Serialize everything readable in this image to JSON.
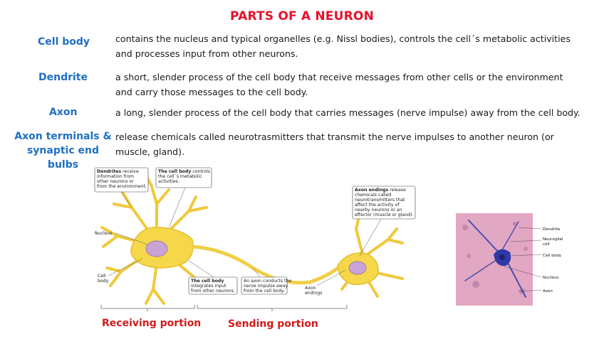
{
  "title": "PARTS OF A NEURON",
  "definitions": [
    {
      "term_lines": [
        "Cell body"
      ],
      "desc_lines": [
        "contains the nucleus and typical organelles (e.g. Nissl bodies), controls the cell´s metabolic activities",
        "and processes input from other neurons."
      ]
    },
    {
      "term_lines": [
        "Dendrite"
      ],
      "desc_lines": [
        "a short, slender process of the cell body that receive messages from other cells or the environment",
        "and carry those messages to the cell body."
      ]
    },
    {
      "term_lines": [
        "Axon"
      ],
      "desc_lines": [
        "a long, slender process of the cell body that carries messages (nerve impulse) away from the cell body."
      ]
    },
    {
      "term_lines": [
        "Axon terminals &",
        "synaptic end bulbs"
      ],
      "desc_lines": [
        "release chemicals called neurotrasmitters that transmit the nerve impulses to another neuron (or",
        "muscle, gland)."
      ]
    }
  ],
  "diagram": {
    "dendrites_box": {
      "bold": "Dendrites",
      "lines": [
        " receive",
        "information from",
        "other neurons or",
        "from the environment."
      ]
    },
    "cellbody_box": {
      "bold": "The cell body",
      "lines": [
        " controls",
        "the cell´s metabolic",
        "activities."
      ]
    },
    "axon_endings_box": {
      "bold": "Axon endings",
      "lines": [
        " release",
        "chemicals called",
        "neurotransmitters that",
        "affect the activity of",
        "nearby neurons or an",
        "effector (muscle or gland)."
      ]
    },
    "integrates_box": {
      "bold": "The cell body",
      "lines": [
        "integrates input",
        "from other neurons."
      ]
    },
    "axon_box": {
      "bold": "",
      "lines": [
        "An axon conducts the",
        "nerve impulse away",
        "from the cell body."
      ]
    },
    "nucleus_label": "Nucleus",
    "cell_body_label_lines": [
      "Cell",
      "body"
    ],
    "axon_endings_label_lines": [
      "Axon",
      "endings"
    ],
    "receiving_portion": "Receiving portion",
    "sending_portion": "Sending portion"
  },
  "micrograph_labels": [
    "Dendrite",
    "Neuroglial",
    "cell",
    "Cell body",
    "Nucleus",
    "Axon"
  ],
  "colors": {
    "title": "#e8102a",
    "term": "#1f6fc4",
    "caption": "#d21a1a",
    "neuron": "#f6d74a",
    "nucleus": "#c9a3d6"
  }
}
